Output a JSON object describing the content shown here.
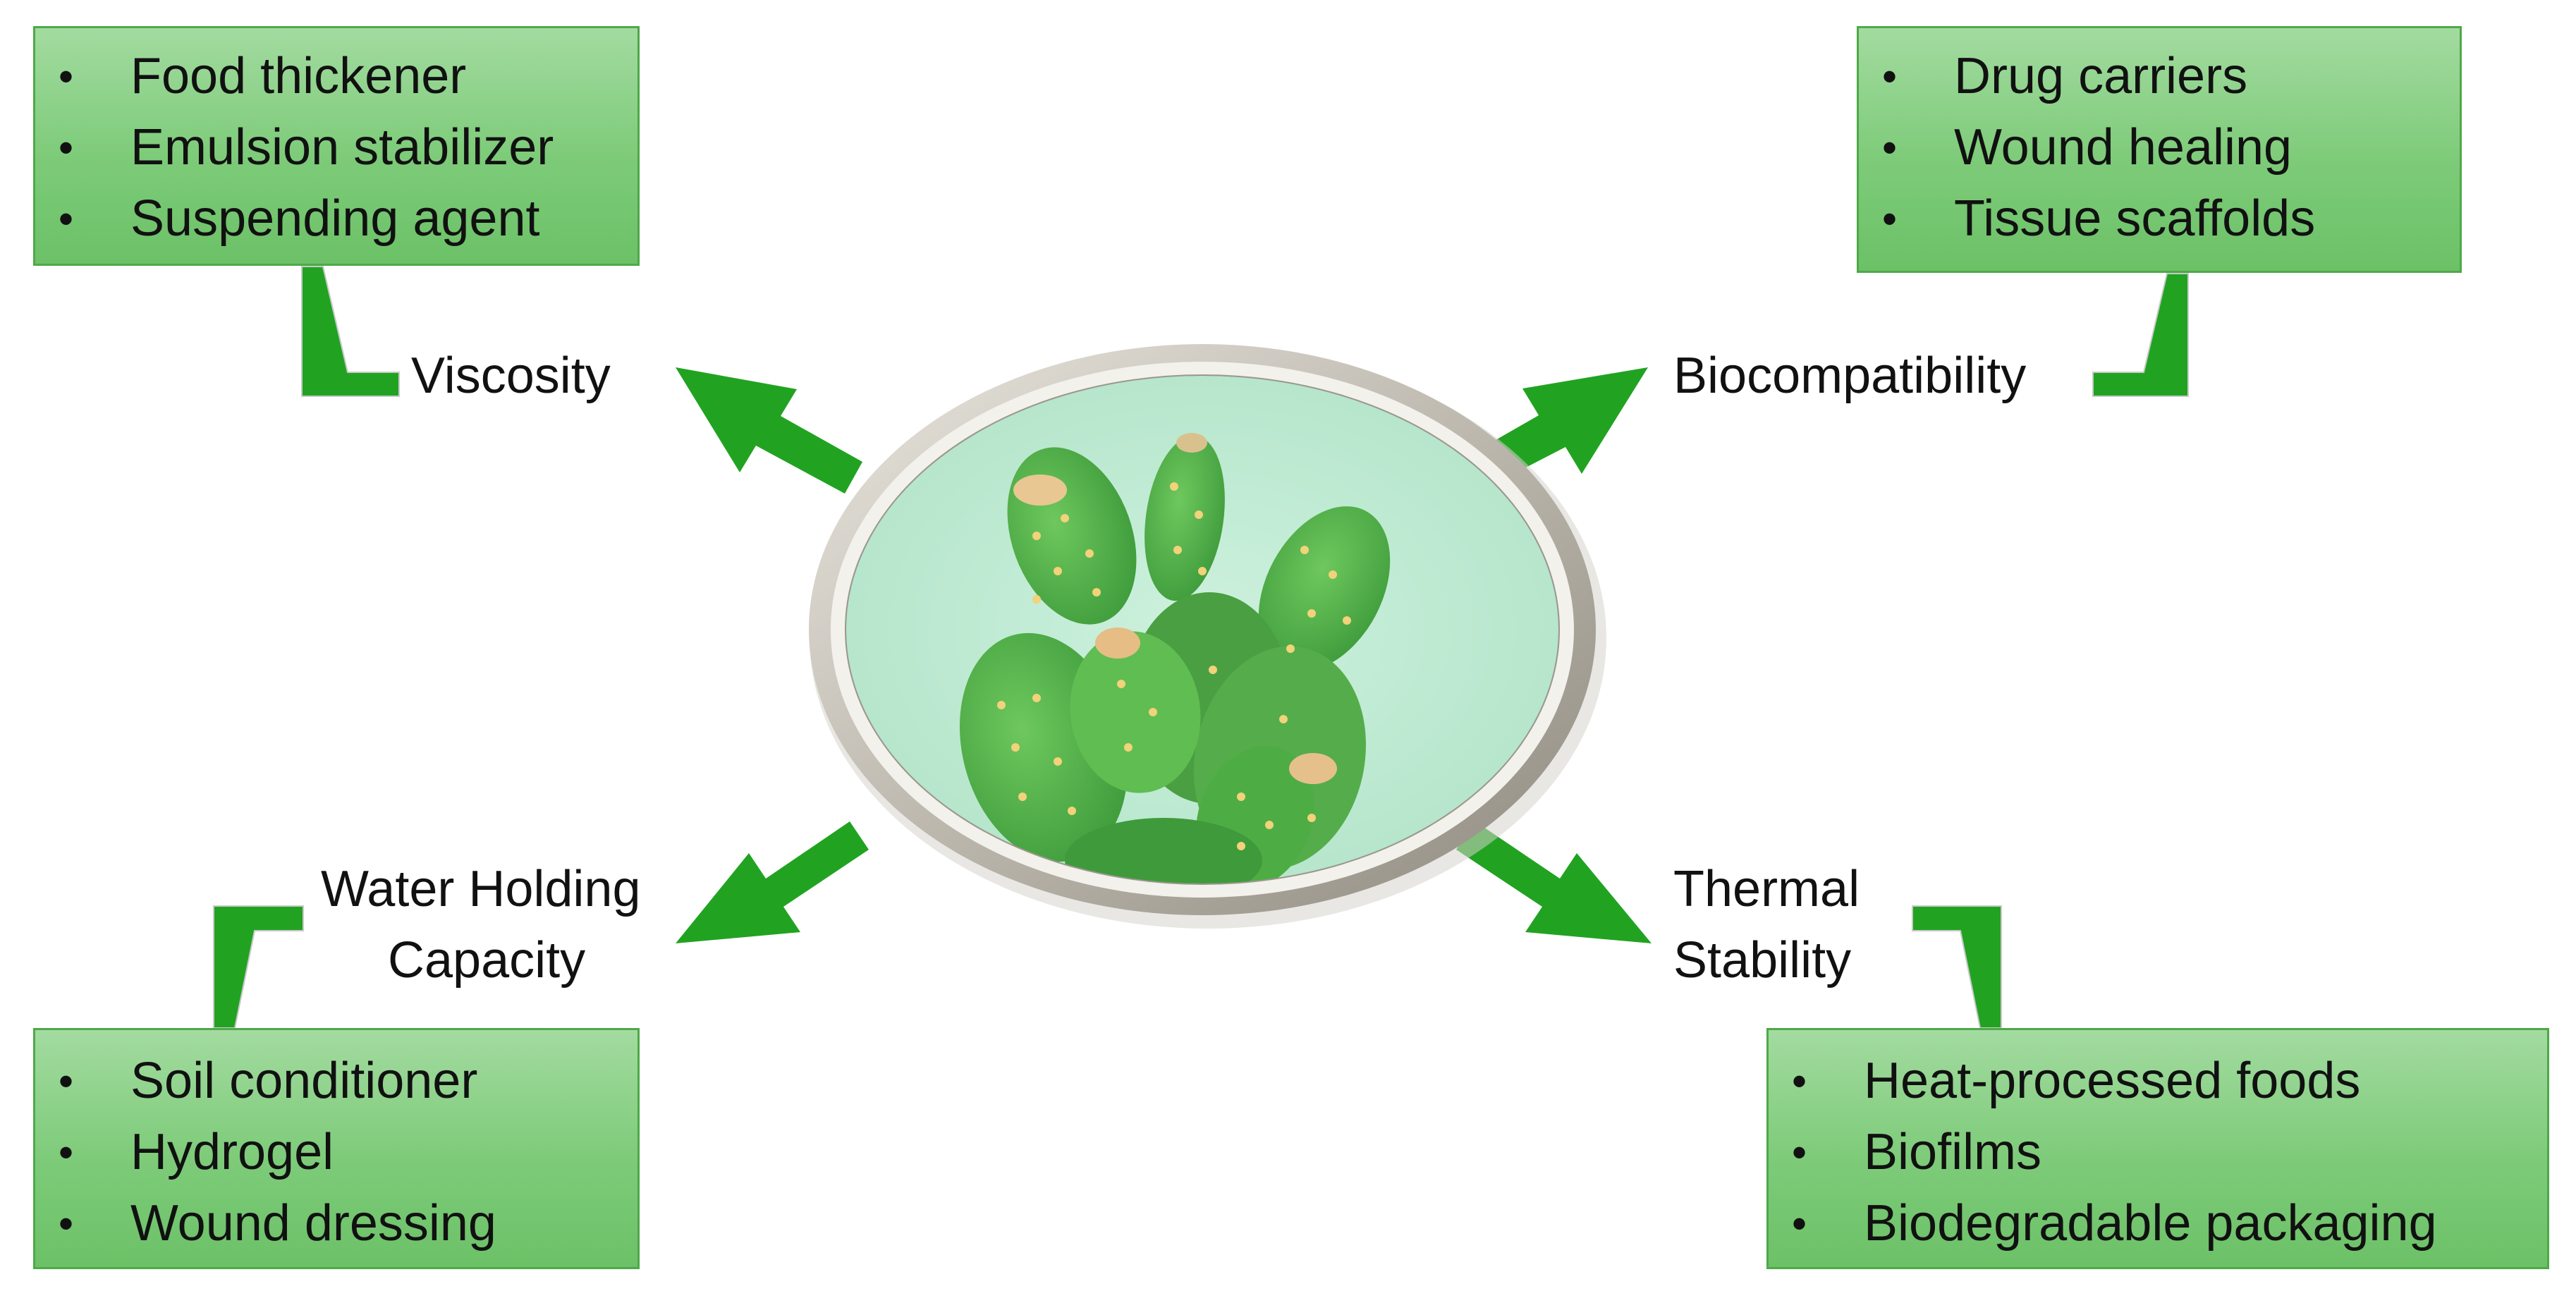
{
  "properties": {
    "viscosity": {
      "label": "Viscosity",
      "uses": [
        "Food thickener",
        "Emulsion stabilizer",
        "Suspending agent"
      ]
    },
    "biocompatibility": {
      "label": "Biocompatibility",
      "uses": [
        "Drug carriers",
        "Wound healing",
        "Tissue scaffolds"
      ]
    },
    "water_holding": {
      "label_line1": "Water Holding",
      "label_line2": "Capacity",
      "uses": [
        "Soil conditioner",
        "Hydrogel",
        "Wound dressing"
      ]
    },
    "thermal_stability": {
      "label_line1": "Thermal",
      "label_line2": "Stability",
      "uses": [
        "Heat-processed foods",
        "Biofilms",
        "Biodegradable packaging"
      ]
    }
  },
  "colors": {
    "arrow_green": "#21a321",
    "box_green": "#7dcb79",
    "box_border": "#4ea949",
    "frame_silver": "#c8c4bc",
    "image_background": "#c3ecd7",
    "cactus_green": "#4fa846"
  },
  "center_image": "prickly-pear-cactus-image"
}
